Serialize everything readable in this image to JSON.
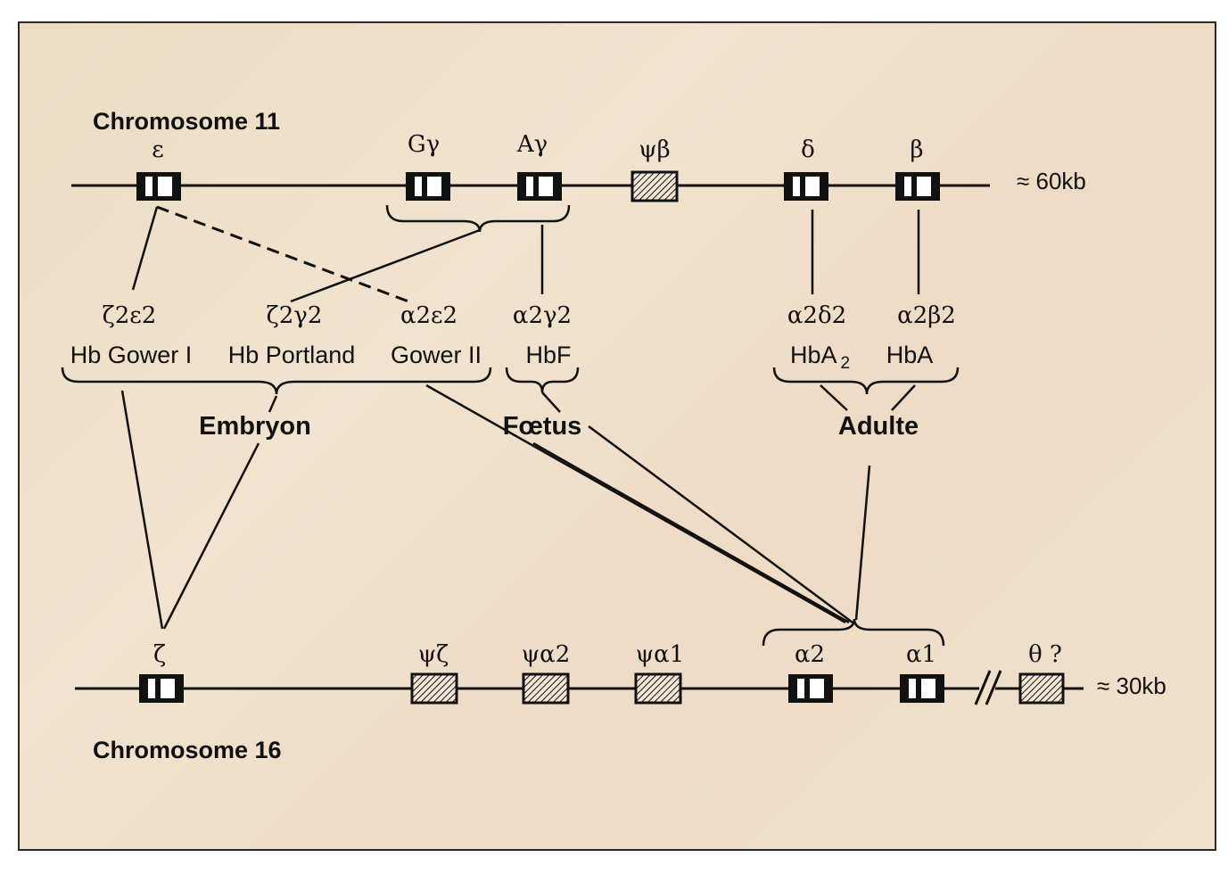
{
  "chromosome_11": {
    "title": "Chromosome 11",
    "size": "≈ 60kb",
    "genes": [
      "ε",
      "Gγ",
      "Aγ",
      "ψβ",
      "δ",
      "β"
    ]
  },
  "chromosome_16": {
    "title": "Chromosome 16",
    "size": "≈ 30kb",
    "genes": [
      "ζ",
      "ψζ",
      "ψα2",
      "ψα1",
      "α2",
      "α1",
      "θ ?"
    ]
  },
  "hemoglobins": [
    {
      "chains": "ζ2ε2",
      "name": "Hb Gower I"
    },
    {
      "chains": "ζ2γ2",
      "name": "Hb Portland"
    },
    {
      "chains": "α2ε2",
      "name": "Gower II"
    },
    {
      "chains": "α2γ2",
      "name": "HbF"
    },
    {
      "chains": "α2δ2",
      "name": "HbA",
      "subscript": "2"
    },
    {
      "chains": "α2β2",
      "name": "HbA"
    }
  ],
  "stages": {
    "embryo": "Embryon",
    "fetus": "Fœtus",
    "adult": "Adulte"
  }
}
